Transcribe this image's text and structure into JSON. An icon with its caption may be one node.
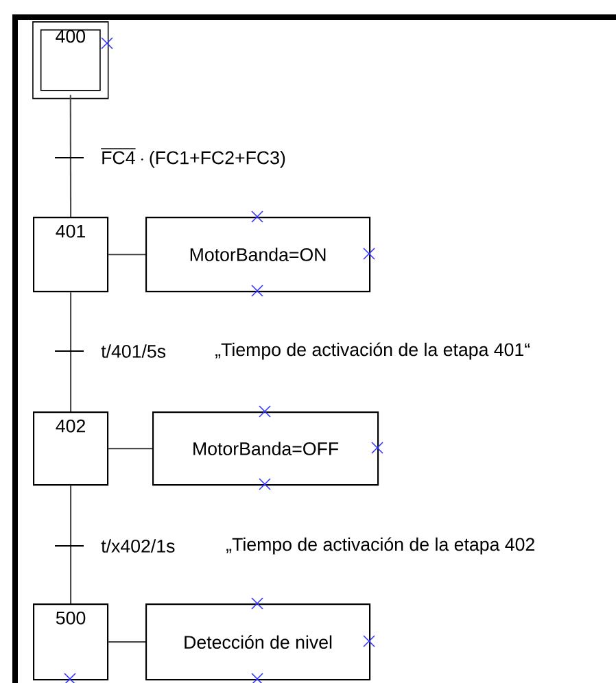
{
  "diagram": {
    "nodes": [
      {
        "text": [
          "400"
        ]
      },
      {
        "text": [
          "401"
        ]
      },
      {
        "text": [
          "MotorBanda=ON"
        ]
      },
      {
        "text": [
          "402"
        ]
      },
      {
        "text": [
          "MotorBanda=OFF"
        ]
      },
      {
        "text": [
          "500"
        ]
      },
      {
        "text": [
          "Detección de nivel"
        ]
      }
    ],
    "edges": [
      {
        "from": 0,
        "to": 1,
        "arrow": "none",
        "label": "\\overline{\\text{FC4}}\\cdot\\text{(FC1+FC2+FC3)}"
      },
      {
        "from": 1,
        "to": 2,
        "arrow": "none"
      },
      {
        "from": 1,
        "to": 3,
        "arrow": "none",
        "label": "t/401/5s"
      },
      {
        "from": 3,
        "to": 4,
        "arrow": "none"
      },
      {
        "from": 3,
        "to": 5,
        "arrow": "none",
        "label": "t/x402/1s"
      },
      {
        "from": 5,
        "to": 6,
        "arrow": "none"
      }
    ],
    "labels": [
      "„Tiempo de activación de la etapa 401“",
      "„Tiempo de activación de la etapa 402"
    ]
  }
}
